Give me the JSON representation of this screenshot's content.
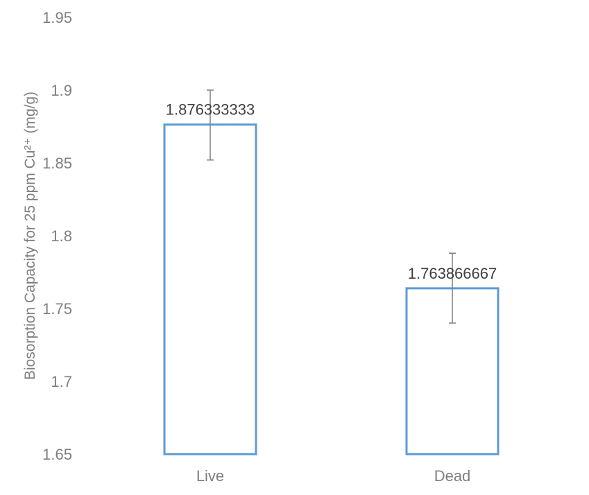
{
  "chart_data": {
    "type": "bar",
    "categories": [
      "Live",
      "Dead"
    ],
    "values": [
      1.876333333,
      1.763866667
    ],
    "data_labels": [
      "1.876333333",
      "1.763866667"
    ],
    "error_bars": [
      {
        "low": 1.852,
        "high": 1.9
      },
      {
        "low": 1.74,
        "high": 1.788
      }
    ],
    "ylabel": "Biosorption Capacity for 25 ppm Cu²⁺ (mg/g)",
    "xlabel": "",
    "ylim": [
      1.65,
      1.95
    ],
    "yticks": [
      1.65,
      1.7,
      1.75,
      1.8,
      1.85,
      1.9,
      1.95
    ],
    "ytick_labels": [
      "1.65",
      "1.7",
      "1.75",
      "1.8",
      "1.85",
      "1.9",
      "1.95"
    ],
    "grid": false,
    "legend": "none",
    "colors": {
      "bar_edge": "#5b9bd5",
      "bar_fill": "#ffffff",
      "error_bar": "#7f7f7f",
      "tick_text": "#7f7f7f",
      "label_text": "#404040"
    }
  }
}
